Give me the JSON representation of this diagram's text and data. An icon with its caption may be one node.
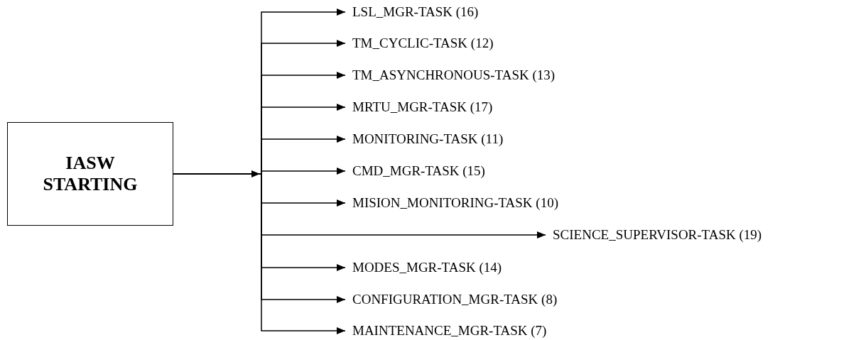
{
  "diagram": {
    "nodes": [
      {
        "text": [
          "IASW STARTING"
        ]
      },
      {
        "text": [
          "LSL_MGR-TASK (16)"
        ]
      },
      {
        "text": [
          "TM_CYCLIC-TASK (12)"
        ]
      },
      {
        "text": [
          "TM_ASYNCHRONOUS-TASK (13)"
        ]
      },
      {
        "text": [
          "MRTU_MGR-TASK (17)"
        ]
      },
      {
        "text": [
          "MONITORING-TASK (11)"
        ]
      },
      {
        "text": [
          "CMD_MGR-TASK (15)"
        ]
      },
      {
        "text": [
          "MISION_MONITORING-TASK (10)"
        ]
      },
      {
        "text": [
          "SCIENCE_SUPERVISOR-TASK (19)"
        ]
      },
      {
        "text": [
          "MODES_MGR-TASK (14)"
        ]
      },
      {
        "text": [
          "CONFIGURATION_MGR-TASK (8)"
        ]
      },
      {
        "text": [
          "MAINTENANCE_MGR-TASK (7)"
        ]
      }
    ],
    "edges": [
      {
        "from": 0,
        "to": 1,
        "arrow": "to"
      },
      {
        "from": 0,
        "to": 2,
        "arrow": "to"
      },
      {
        "from": 0,
        "to": 3,
        "arrow": "to"
      },
      {
        "from": 0,
        "to": 4,
        "arrow": "to"
      },
      {
        "from": 0,
        "to": 5,
        "arrow": "to"
      },
      {
        "from": 0,
        "to": 6,
        "arrow": "to"
      },
      {
        "from": 0,
        "to": 7,
        "arrow": "to"
      },
      {
        "from": 0,
        "to": 8,
        "arrow": "to"
      },
      {
        "from": 0,
        "to": 9,
        "arrow": "to"
      },
      {
        "from": 0,
        "to": 10,
        "arrow": "to"
      },
      {
        "from": 0,
        "to": 11,
        "arrow": "to"
      }
    ]
  }
}
